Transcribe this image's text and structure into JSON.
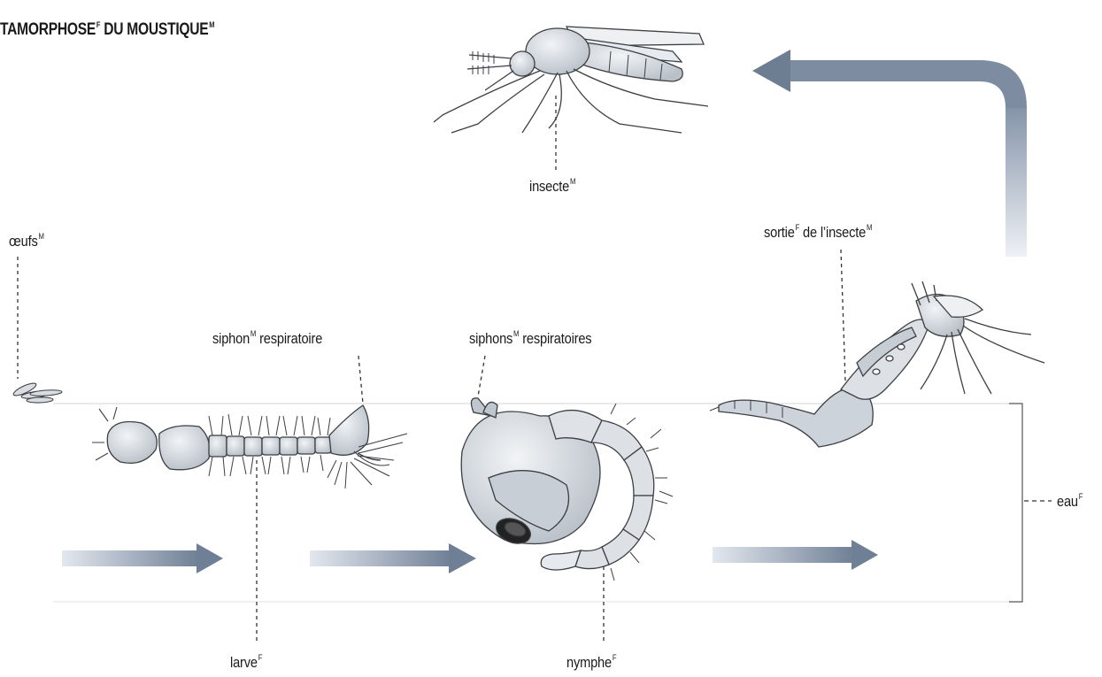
{
  "diagram": {
    "title": {
      "text": "TAMORPHOSE",
      "sup": "F",
      "text2": " DU MOUSTIQUE",
      "sup2": "M"
    },
    "labels": {
      "insect": {
        "text": "insecte",
        "sup": "M"
      },
      "eggs": {
        "text": "œufs",
        "sup": "M"
      },
      "insect_exit": {
        "text": "sortie",
        "sup": "F",
        "text2": " de l’insecte",
        "sup2": "M"
      },
      "siphon": {
        "text": "siphon",
        "sup": "M",
        "text2": " respiratoire"
      },
      "siphons": {
        "text": "siphons",
        "sup": "M",
        "text2": " respiratoires"
      },
      "water": {
        "text": "eau",
        "sup": "F"
      },
      "larva": {
        "text": "larve",
        "sup": "F"
      },
      "pupa": {
        "text": "nymphe",
        "sup": "F"
      }
    }
  },
  "colors": {
    "arrow": "#6f7f95",
    "arrow_light": "#e3e8ef",
    "body_fill": "#dde1e6",
    "body_stroke": "#3c3f44",
    "water_line": "#d2d6dc",
    "leader": "#333333"
  }
}
